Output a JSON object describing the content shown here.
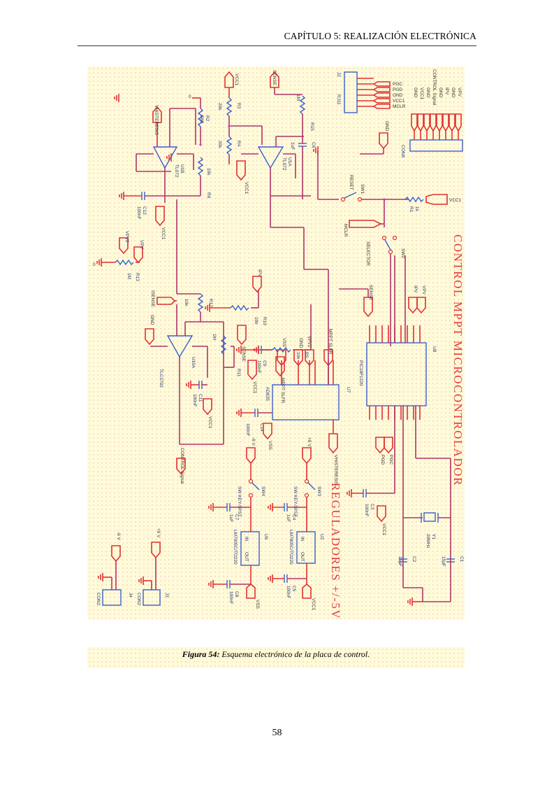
{
  "header": {
    "chapter_title": "CAPÍTULO 5: REALIZACIÓN ELECTRÓNICA"
  },
  "figure": {
    "caption_label": "Figura 54:",
    "caption_text": " Esquema electrónico de la placa de control.",
    "schematic": {
      "section_titles": {
        "control": "CONTROL MPPT MICROCONTROLADOR",
        "regulators": "REGULADORES +/-5V"
      },
      "connectors": {
        "j2": {
          "ref": "J2",
          "part": "RJ11",
          "pins": [
            "PGC",
            "PGD",
            "GND",
            "VCC1",
            "MCLR"
          ]
        },
        "j1": {
          "ref": "J1",
          "part": "CON8",
          "pins": [
            "GND",
            "VCC1",
            "GND",
            "CONTROL Signal",
            "GND",
            "IPV",
            "GND",
            "VPV"
          ]
        },
        "j3": {
          "ref": "J3",
          "part": "CON2",
          "net": "+9 V"
        },
        "j4": {
          "ref": "J4",
          "part": "CON2",
          "net": "-9 V"
        }
      },
      "components": {
        "u1b": {
          "ref": "U1B",
          "part": "TL072",
          "net": "VHISTERESIS"
        },
        "u1a": {
          "ref": "U1A",
          "part": "TL072"
        },
        "u10a": {
          "ref": "U10A",
          "part": "TLC3702"
        },
        "u7": {
          "ref": "U7",
          "part": "AD835"
        },
        "u8": {
          "ref": "U8",
          "part": "PIC18F1220"
        },
        "u2": {
          "ref": "U2",
          "part": "LM7805C/TO220"
        },
        "u9": {
          "ref": "U9",
          "part": "LM7905C/TO220"
        },
        "y1": {
          "ref": "Y1",
          "value": "20MHz"
        },
        "sw1": {
          "ref": "SW1",
          "label": "RESET"
        },
        "sw2": {
          "ref": "SW2",
          "label": "SELECTOR"
        },
        "sw3": {
          "ref": "SW3",
          "label": "SW KEY-SPST"
        },
        "sw4": {
          "ref": "SW4",
          "label": "SW KEY-SPST"
        },
        "r1": {
          "ref": "R1",
          "value": "1k"
        },
        "r2": {
          "ref": "R2",
          "value": "560"
        },
        "r3": {
          "ref": "R3",
          "value": "20k"
        },
        "r4": {
          "ref": "R4",
          "value": "20k"
        },
        "r5": {
          "ref": "R5",
          "value": "10k"
        },
        "r6": {
          "ref": "R6",
          "value": "10k"
        },
        "r10": {
          "ref": "R10",
          "value": "10k"
        },
        "r11": {
          "ref": "R11",
          "value": "1M"
        },
        "r12": {
          "ref": "R12",
          "value": "10k"
        },
        "r13": {
          "ref": "R13",
          "value": "1M"
        },
        "r15": {
          "ref": "R15",
          "value": "1M"
        },
        "c1": {
          "ref": "C1",
          "value": "15pF"
        },
        "c2": {
          "ref": "C2",
          "value": "15pF"
        },
        "c3": {
          "ref": "C3",
          "value": "100nF"
        },
        "c4": {
          "ref": "C4",
          "value": "1uF"
        },
        "c5": {
          "ref": "C5",
          "value": "100nF"
        },
        "c6": {
          "ref": "C6",
          "value": "1uF"
        },
        "c7": {
          "ref": "C7",
          "value": "1uF"
        },
        "c8": {
          "ref": "C8",
          "value": "100nF"
        },
        "c9": {
          "ref": "C9",
          "value": "100nF"
        },
        "c11": {
          "ref": "C11",
          "value": "100nF"
        },
        "c12": {
          "ref": "C12",
          "value": "100nF"
        },
        "c14": {
          "ref": "C14",
          "value": "100nF"
        }
      },
      "nets": {
        "vcc1": "VCC1",
        "vss": "VSS",
        "gnd": "GND",
        "ground": "0",
        "ipv": "IPV",
        "vpv": "VPV",
        "vpv2": "VPV2",
        "sense": "SENSE",
        "mppt_sl_filtr": "MPPT SLFR",
        "isense": "ISENSE",
        "control_signal": "CONTROL Signal",
        "vhisteresis": "VHISTERESIS",
        "plus9": "+9 V",
        "minus9": "-9 V",
        "mclr": "MCLR",
        "sense_in": "SENSE"
      }
    }
  },
  "page": {
    "number": "58"
  }
}
